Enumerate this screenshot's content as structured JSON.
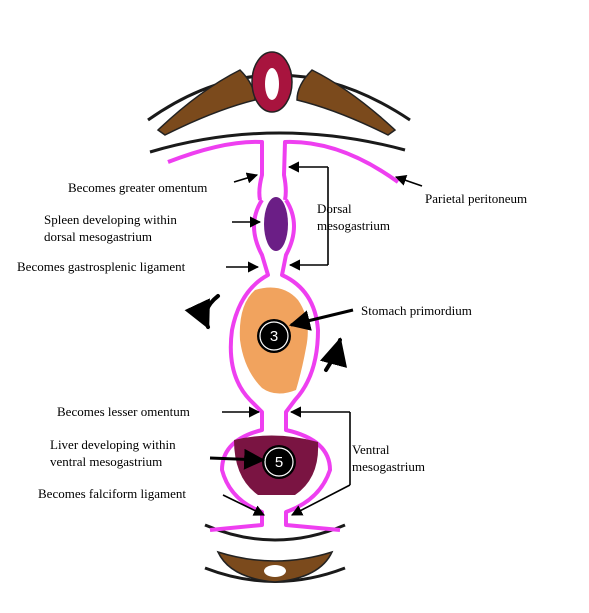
{
  "labels": {
    "greater_omentum": "Becomes greater omentum",
    "spleen_line1": "Spleen developing within",
    "spleen_line2": "dorsal mesogastrium",
    "gastrosplenic": "Becomes gastrosplenic ligament",
    "dorsal_line1": "Dorsal",
    "dorsal_line2": "mesogastrium",
    "parietal": "Parietal peritoneum",
    "stomach": "Stomach primordium",
    "lesser_omentum": "Becomes lesser omentum",
    "liver_line1": "Liver developing within",
    "liver_line2": "ventral mesogastrium",
    "ventral_line1": "Ventral",
    "ventral_line2": "mesogastrium",
    "falciform": "Becomes falciform ligament"
  },
  "markers": {
    "stomach_number": "3",
    "liver_number": "5"
  },
  "colors": {
    "peritoneum": "#ee3ff0",
    "bone": "#7b4a1c",
    "spinal_cord": "#a8143e",
    "spleen": "#6b1e86",
    "stomach": "#f1a35e",
    "liver": "#7a1442",
    "outline": "#1a1a1a"
  }
}
